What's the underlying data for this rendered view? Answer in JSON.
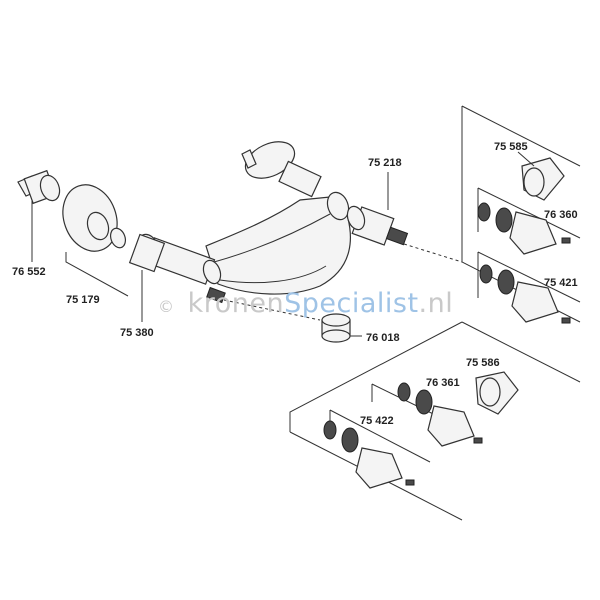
{
  "watermark": {
    "symbol": "©",
    "prefix": "kronen",
    "accent": "Specialist",
    "suffix": ".nl",
    "accent_color": "#9fc3e6"
  },
  "parts": [
    {
      "id": "p76552",
      "label": "76 552"
    },
    {
      "id": "p75179",
      "label": "75 179"
    },
    {
      "id": "p75380",
      "label": "75 380"
    },
    {
      "id": "p75218",
      "label": "75 218"
    },
    {
      "id": "p76018",
      "label": "76 018"
    },
    {
      "id": "p75585",
      "label": "75 585"
    },
    {
      "id": "p76360",
      "label": "76 360"
    },
    {
      "id": "p75421",
      "label": "75 421"
    },
    {
      "id": "p75586",
      "label": "75 586"
    },
    {
      "id": "p76361",
      "label": "76 361"
    },
    {
      "id": "p75422",
      "label": "75 422"
    }
  ]
}
